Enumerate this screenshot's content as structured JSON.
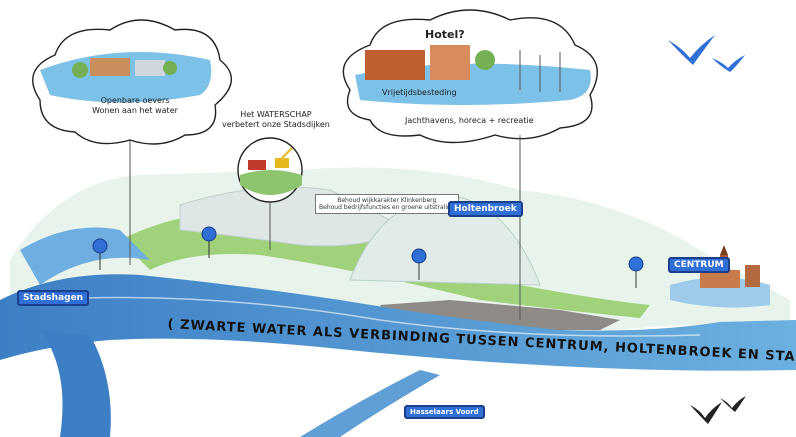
{
  "labels": {
    "stadshagen": "Stadshagen",
    "holtenbroek": "Holtenbroek",
    "centrum": "CENTRUM",
    "voord": "Hasselaars Voord"
  },
  "clouds": {
    "left": "Openbare oevers\nWonen aan het water",
    "right_hotel": "Hotel?",
    "right_sub": "Vrijetijdsbesteding",
    "right": "Jachthavens, horeca + recreatie"
  },
  "notes": {
    "waterschap": "Het WATERSCHAP\nverbetert onze Stadsdijken",
    "tip": "Behoud wijkkarakter Klinkenberg\nBehoud bedrijfsfuncties en groene uitstraling"
  },
  "banner": "( ZWARTE WATER ALS VERBINDING TUSSEN CENTRUM, HOLTENBROEK EN STADSHAGEN )",
  "colors": {
    "river": "#5f9fd6",
    "river_light": "#9ecbe9",
    "green": "#8cc56e",
    "label": "#2f6fd6"
  },
  "icons": [
    "bird-icon",
    "pin-icon",
    "crane-icon"
  ]
}
